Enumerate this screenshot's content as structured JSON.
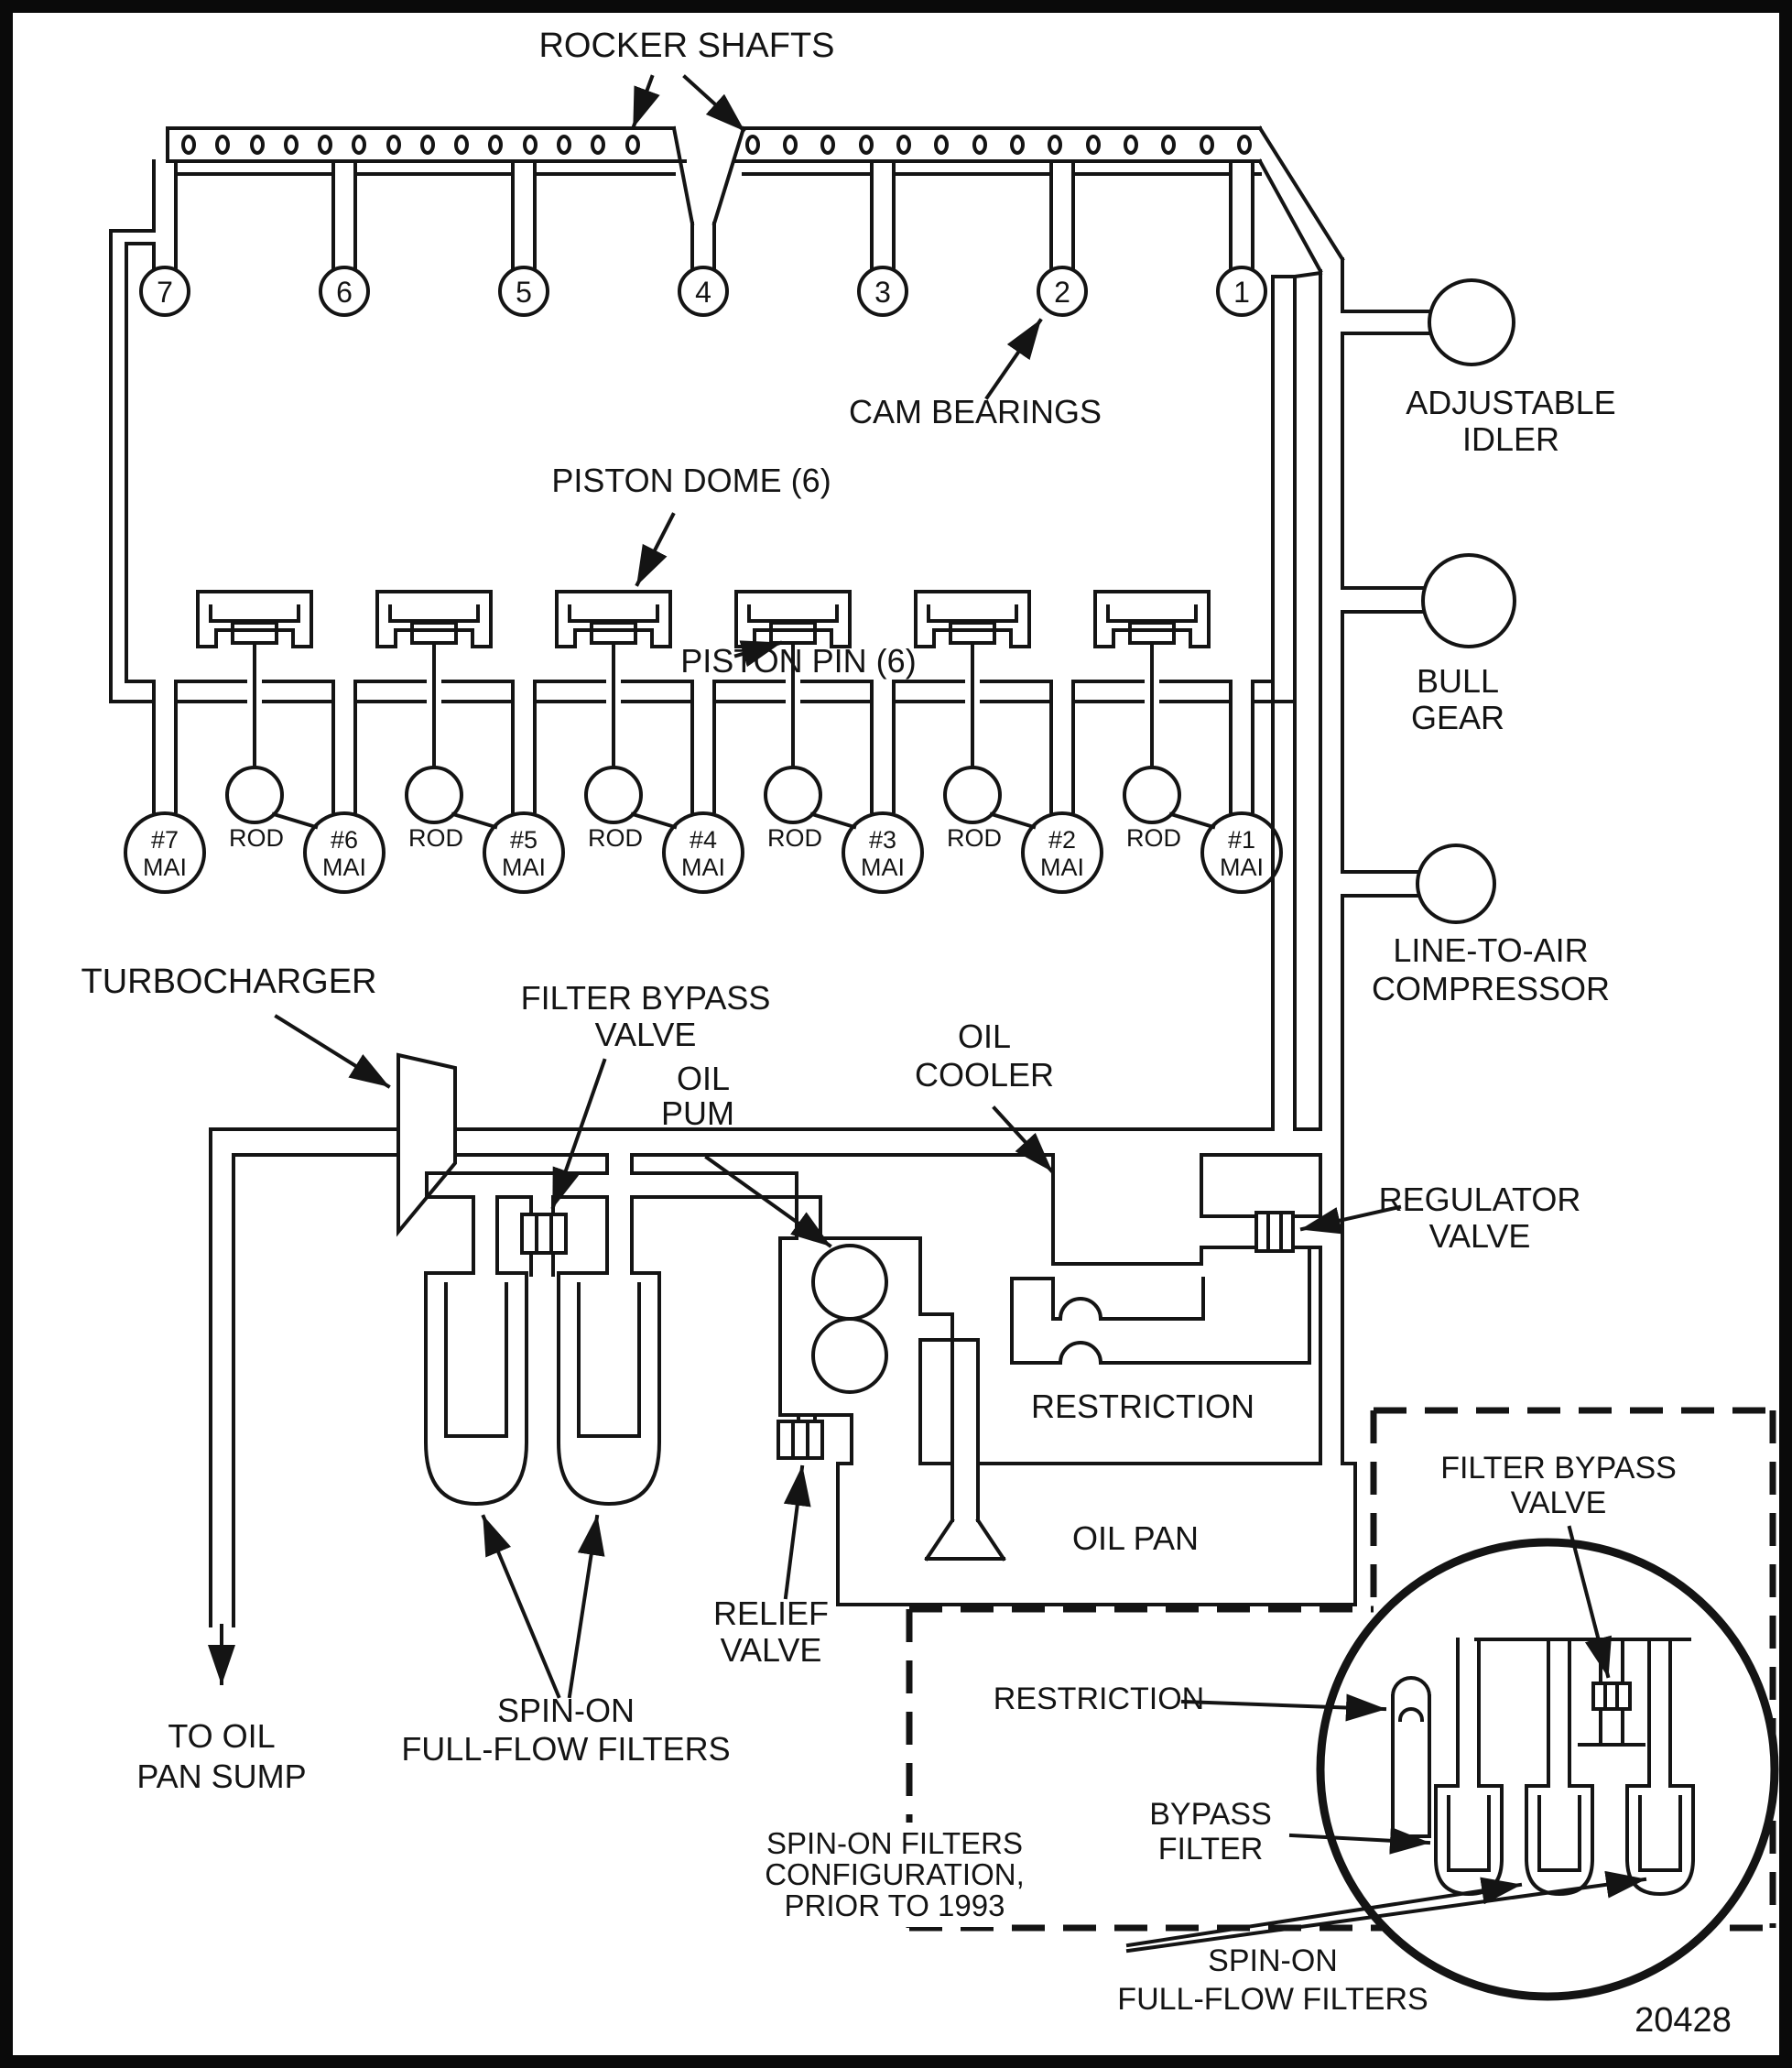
{
  "figure": {
    "number": "20428"
  },
  "colors": {
    "line": "#141414",
    "background": "#ffffff"
  },
  "labels": {
    "rocker_shafts": "ROCKER SHAFTS",
    "cam_bearings": "CAM BEARINGS",
    "piston_dome": "PISTON DOME (6)",
    "piston_pin": "PISTON PIN (6)",
    "adjustable_idler": [
      "ADJUSTABLE",
      "IDLER"
    ],
    "bull_gear": [
      "BULL",
      "GEAR"
    ],
    "air_compressor": [
      "LINE-TO-AIR",
      "COMPRESSOR"
    ],
    "turbocharger": "TURBOCHARGER",
    "filter_bypass_valve": [
      "FILTER BYPASS",
      "VALVE"
    ],
    "oil_pump": [
      "OIL",
      "PUM"
    ],
    "oil_cooler": [
      "OIL",
      "COOLER"
    ],
    "regulator_valve": [
      "REGULATOR",
      "VALVE"
    ],
    "restriction": "RESTRICTION",
    "oil_pan": "OIL PAN",
    "relief_valve": [
      "RELIEF",
      "VALVE"
    ],
    "spin_on_filters": [
      "SPIN-ON",
      "FULL-FLOW FILTERS"
    ],
    "to_oil_pan_sump": [
      "TO OIL",
      "PAN SUMP"
    ]
  },
  "inset": {
    "caption": [
      "SPIN-ON FILTERS",
      "CONFIGURATION,",
      "PRIOR TO 1993"
    ],
    "filter_bypass_valve": [
      "FILTER BYPASS",
      "VALVE"
    ],
    "restriction": "RESTRICTION",
    "bypass_filter": [
      "BYPASS",
      "FILTER"
    ],
    "spin_on_filters": [
      "SPIN-ON",
      "FULL-FLOW FILTERS"
    ]
  },
  "cam_bearing_numbers": [
    "7",
    "6",
    "5",
    "4",
    "3",
    "2",
    "1"
  ],
  "main_bearings": [
    {
      "num": "#7",
      "label": "MAI"
    },
    {
      "num": "#6",
      "label": "MAI"
    },
    {
      "num": "#5",
      "label": "MAI"
    },
    {
      "num": "#4",
      "label": "MAI"
    },
    {
      "num": "#3",
      "label": "MAI"
    },
    {
      "num": "#2",
      "label": "MAI"
    },
    {
      "num": "#1",
      "label": "MAI"
    }
  ],
  "rod_labels": [
    "ROD",
    "ROD",
    "ROD",
    "ROD",
    "ROD",
    "ROD"
  ]
}
